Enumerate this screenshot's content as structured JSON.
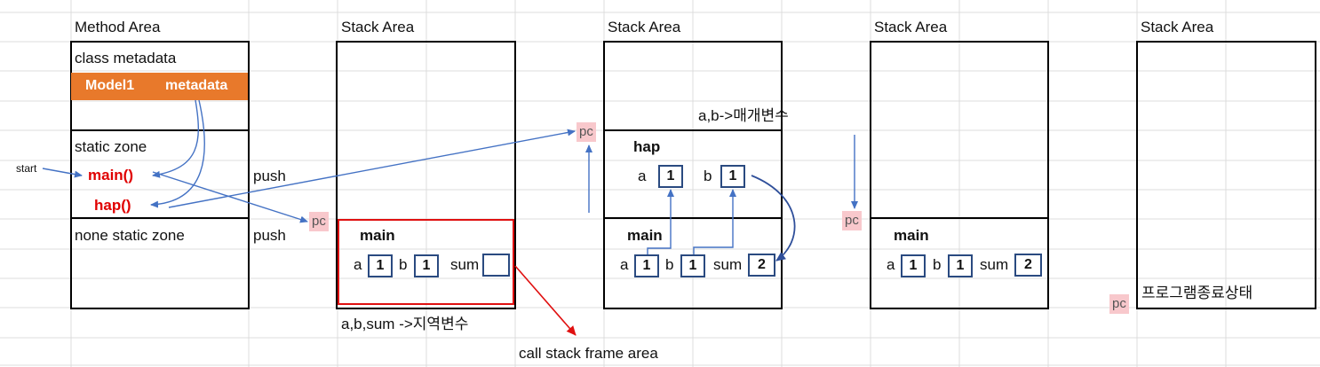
{
  "method_area": {
    "title": "Method Area",
    "class_metadata": "class metadata",
    "model_label": "Model1",
    "metadata_label": "metadata",
    "static_zone": "static zone",
    "main_fn": "main()",
    "hap_fn": "hap()",
    "none_static_zone": "none static zone"
  },
  "start_label": "start",
  "push_label_1": "push",
  "push_label_2": "push",
  "pc_label": "pc",
  "stack1": {
    "title": "Stack Area",
    "frame_title": "main",
    "var_a": "a",
    "val_a": "1",
    "var_b": "b",
    "val_b": "1",
    "var_sum": "sum",
    "val_sum": "",
    "local_var_note": "a,b,sum ->지역변수",
    "call_stack_note": "call stack frame area"
  },
  "stack2": {
    "title": "Stack Area",
    "param_note": "a,b->매개변수",
    "hap_title": "hap",
    "hap_a": "a",
    "hap_a_val": "1",
    "hap_b": "b",
    "hap_b_val": "1",
    "main_title": "main",
    "var_a": "a",
    "val_a": "1",
    "var_b": "b",
    "val_b": "1",
    "var_sum": "sum",
    "val_sum": "2"
  },
  "stack3": {
    "title": "Stack Area",
    "main_title": "main",
    "var_a": "a",
    "val_a": "1",
    "var_b": "b",
    "val_b": "1",
    "var_sum": "sum",
    "val_sum": "2"
  },
  "stack4": {
    "title": "Stack Area",
    "end_note": "프로그램종료상태"
  },
  "colors": {
    "accent_orange": "#e8792b",
    "arrow_blue": "#4472c4",
    "highlight_red": "#e01010",
    "pc_pink": "#f8c8cc",
    "cell_border": "#2a4a80"
  }
}
